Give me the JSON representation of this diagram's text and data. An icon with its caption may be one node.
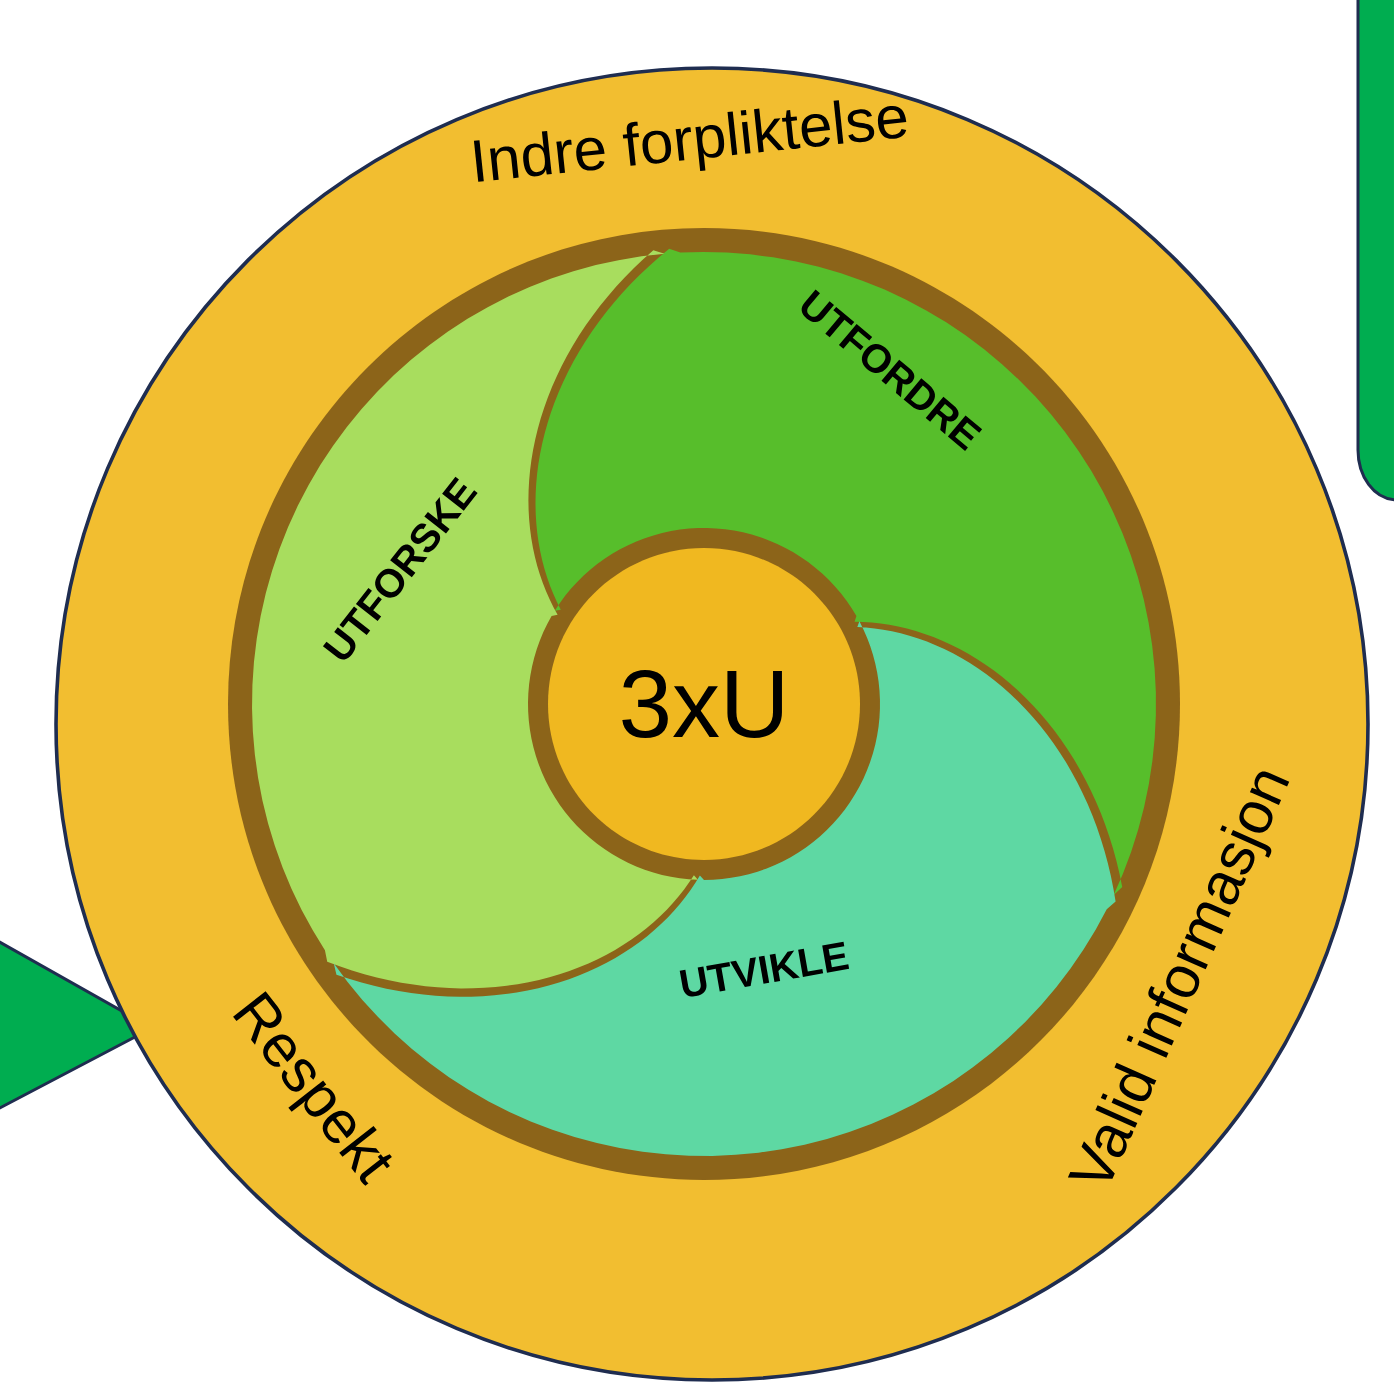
{
  "diagram": {
    "nodes": [
      {
        "text": [
          "Indre forpliktelse",
          "Respekt",
          "Valid informasjon"
        ]
      },
      {
        "text": [
          "UTFORDRE"
        ],
        "in": 0
      },
      {
        "text": [
          "UTFORSKE"
        ],
        "in": 0
      },
      {
        "text": [
          "3xU"
        ],
        "in": 0
      },
      {
        "text": [
          "UTVIKLE"
        ],
        "in": 0
      }
    ]
  }
}
